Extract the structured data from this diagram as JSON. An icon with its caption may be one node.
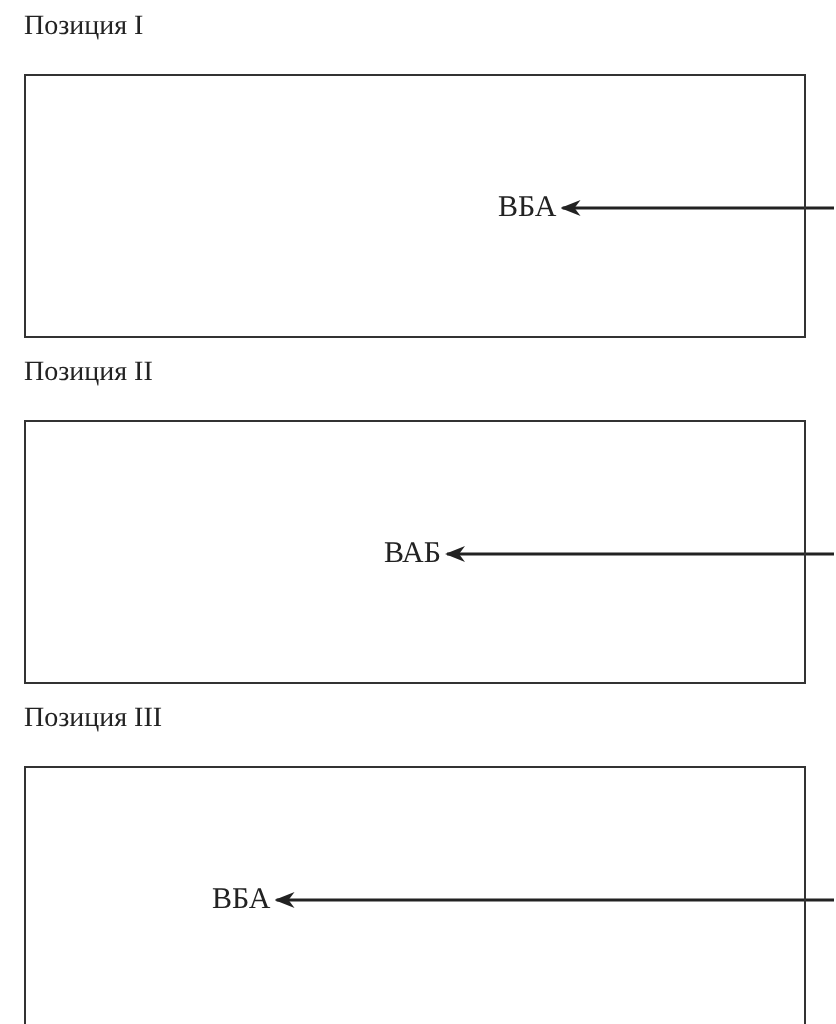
{
  "diagram": {
    "nodes": [
      {
        "text": [
          "Позиция I"
        ]
      },
      {
        "text": [
          "ВБА"
        ],
        "in": 0
      },
      {
        "text": [
          "Позиция II"
        ]
      },
      {
        "text": [
          "ВАБ"
        ],
        "in": 2
      },
      {
        "text": [
          "Позиция III"
        ]
      },
      {
        "text": [
          "ВБА"
        ],
        "in": 4
      }
    ],
    "edges": [
      {
        "from": null,
        "to": 1,
        "arrow": "to"
      },
      {
        "from": null,
        "to": 3,
        "arrow": "to"
      },
      {
        "from": null,
        "to": 5,
        "arrow": "to"
      }
    ]
  }
}
